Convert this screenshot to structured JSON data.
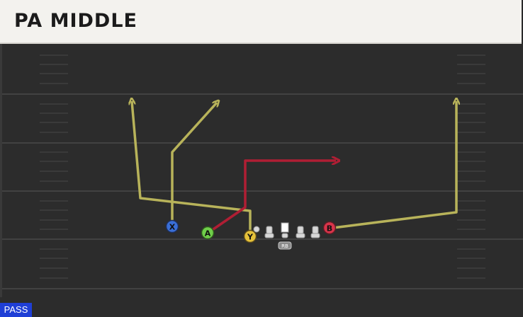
{
  "header": {
    "title": "PA MIDDLE"
  },
  "play": {
    "type_badge": "PASS",
    "colors": {
      "route_yellow": "#b8b35a",
      "route_red": "#b01e34",
      "player_x": "#3a6fd8",
      "player_a": "#6fcf4a",
      "player_y": "#e6c23a",
      "player_b": "#d8344a",
      "lineman": "#d8d8d8"
    },
    "players": [
      {
        "label": "X",
        "role": "receiver"
      },
      {
        "label": "A",
        "role": "receiver"
      },
      {
        "label": "Y",
        "role": "tight-end"
      },
      {
        "label": "B",
        "role": "receiver"
      },
      {
        "label": "RB",
        "role": "running-back"
      }
    ]
  }
}
